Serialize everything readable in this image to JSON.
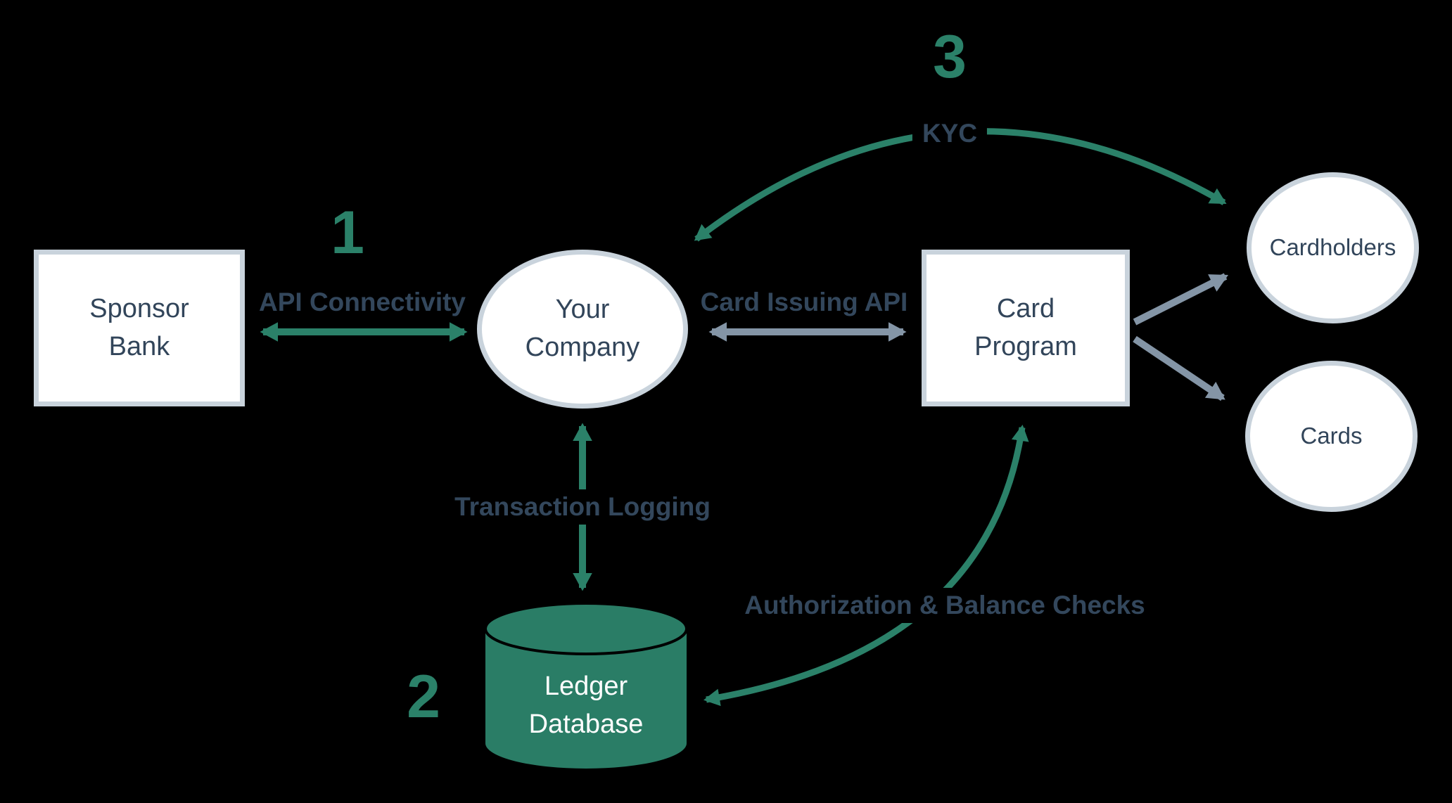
{
  "title": "Card issuing architecture diagram",
  "colors": {
    "background": "#000000",
    "accent_green": "#2B8169",
    "arrow_gray": "#8495A6",
    "text_dark": "#33475C",
    "node_fill": "#FFFFFF",
    "node_border": "#C9D3DC",
    "cylinder_fill": "#2A7D66",
    "cylinder_text": "#FFFFFF",
    "cylinder_seam": "#000000"
  },
  "nodes": {
    "sponsor_bank": {
      "label": "Sponsor\nBank",
      "shape": "rectangle"
    },
    "your_company": {
      "label": "Your\nCompany",
      "shape": "ellipse"
    },
    "card_program": {
      "label": "Card\nProgram",
      "shape": "rectangle"
    },
    "cardholders": {
      "label": "Cardholders",
      "shape": "ellipse"
    },
    "cards": {
      "label": "Cards",
      "shape": "ellipse"
    },
    "ledger_database": {
      "label": "Ledger\nDatabase",
      "shape": "cylinder"
    }
  },
  "edges": {
    "api_connectivity": {
      "label": "API Connectivity",
      "step": "1",
      "from": "sponsor_bank",
      "to": "your_company",
      "style": "green-double-arrow"
    },
    "transaction_logging": {
      "label": "Transaction Logging",
      "step": "2",
      "from": "your_company",
      "to": "ledger_database",
      "style": "green-double-arrow"
    },
    "kyc": {
      "label": "KYC",
      "step": "3",
      "from": "your_company",
      "to": "cardholders",
      "style": "green-double-curve"
    },
    "card_issuing": {
      "label": "Card Issuing API",
      "from": "your_company",
      "to": "card_program",
      "style": "gray-double-arrow"
    },
    "authorization": {
      "label": "Authorization & Balance Checks",
      "from": "ledger_database",
      "to": "card_program",
      "style": "green-double-curve"
    },
    "program_to_cardholders": {
      "label": "",
      "from": "card_program",
      "to": "cardholders",
      "style": "gray-arrow"
    },
    "program_to_cards": {
      "label": "",
      "from": "card_program",
      "to": "cards",
      "style": "gray-arrow"
    }
  }
}
